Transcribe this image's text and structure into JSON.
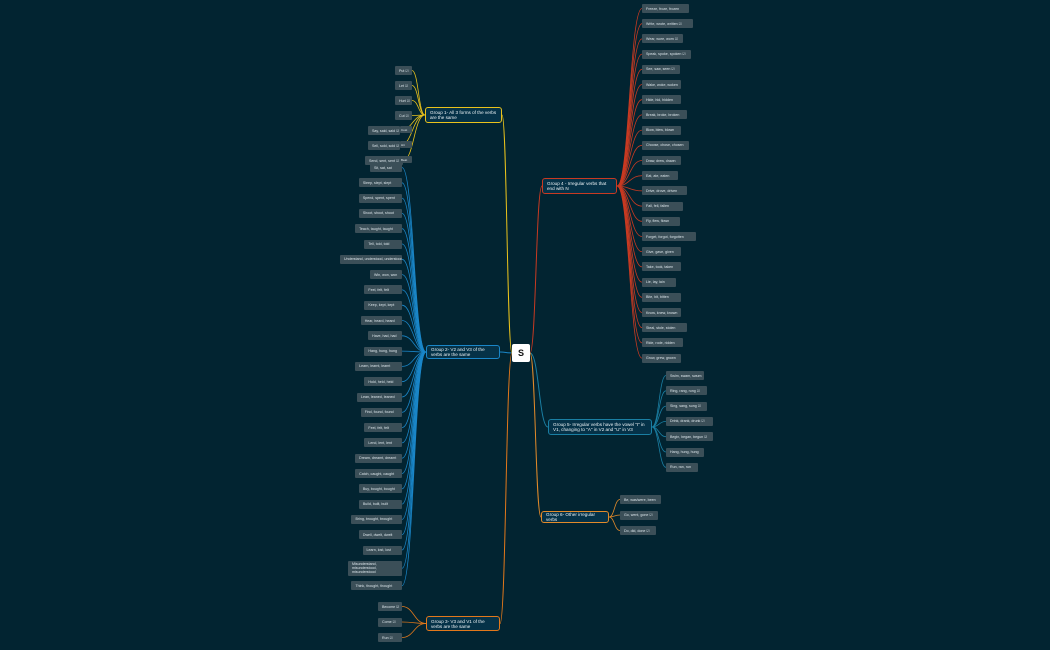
{
  "root": {
    "label": "S"
  },
  "colors": {
    "background": "#022431",
    "group1": "#e9c21c",
    "group2": "#1a86c8",
    "group3": "#e2781b",
    "group4": "#c83a22",
    "group5": "#1a7fa3",
    "group6": "#e28a2a"
  },
  "groups": [
    {
      "id": "g1",
      "label": "Group 1- All 3 forms of the verbs are the same",
      "color": "#e9c21c",
      "items": [
        "Put ☑",
        "Let ☑",
        "Hurt ☑",
        "Cut ☑",
        "Say, said, said ☑",
        "Sell, sold, sold ☑",
        "Send, sent, sent ☑"
      ],
      "extra": [
        "Cost",
        "Hit",
        "Beat"
      ]
    },
    {
      "id": "g2",
      "label": "Group 2- V2 and V3 of the verbs are the same",
      "color": "#1a86c8",
      "items": [
        "Sit, sat, sat",
        "Sleep, slept, slept",
        "Spend, spent, spent",
        "Shoot, shoot, shoot",
        "Teach, taught, taught",
        "Tell, told, told",
        "Understand, understood, understood",
        "Win, won, won",
        "Feel, felt, felt",
        "Keep, kept, kept",
        "Hear, heard, heard",
        "Have, had, had",
        "Hang, hung, hung",
        "Learn, learnt, learnt",
        "Hold, held, held",
        "Lean, leaned, leaned",
        "Find, found, found",
        "Feel, felt, felt",
        "Lend, lent, lent",
        "Dream, dreamt, dreamt",
        "Catch, caught, caught",
        "Buy, bought, bought",
        "Build, built, built",
        "Bring, brought, brought",
        "Dwell, dwelt, dwelt",
        "Learn, lost, lost",
        "Misunderstand, misunderstood, misunderstood",
        "Think, thought, thought"
      ]
    },
    {
      "id": "g3",
      "label": "Group 3- V3 and V1 of the verbs are the same",
      "color": "#e2781b",
      "items": [
        "Become ☑",
        "Come ☑",
        "Run ☑"
      ]
    },
    {
      "id": "g4",
      "label": "Group 4 - Irregular verbs that end with N",
      "color": "#c83a22",
      "items": [
        "Freeze, froze, frozen",
        "Write, wrote, written ☑",
        "Wear, wore, worn ☑",
        "Speak, spoke, spoken ☑",
        "See, saw, seen ☑",
        "Wake, woke, woken",
        "Hide, hid, hidden",
        "Break, broke, broken",
        "Blow, blew, blown",
        "Choose, chose, chosen",
        "Draw, drew, drawn",
        "Eat, ate, eaten",
        "Drive, drove, driven",
        "Fall, fell, fallen",
        "Fly, flew, flown",
        "Forget, forgot, forgotten",
        "Give, gave, given",
        "Take, took, taken",
        "Lie, lay, lain",
        "Bite, bit, bitten",
        "Know, knew, known",
        "Steal, stole, stolen",
        "Ride, rode, ridden",
        "Grow, grew, grown"
      ]
    },
    {
      "id": "g5",
      "label": "Group 5- Irregular verbs have the vowel \"I\" in V1, changing to \"A\" in V2 and \"U\" in V3",
      "color": "#1a7fa3",
      "items": [
        "Swim, swam, swum",
        "Ring, rang, rung ☑",
        "Sing, sang, sung ☑",
        "Drink, drank, drunk ☑",
        "Begin, began, begun ☑",
        "Hang, hung, hung",
        "Run, ran, run"
      ]
    },
    {
      "id": "g6",
      "label": "Group 6- Other irregular verbs",
      "color": "#e28a2a",
      "items": [
        "Be, was/were, been",
        "Go, went, gone ☑",
        "Do, did, done ☑"
      ]
    }
  ]
}
